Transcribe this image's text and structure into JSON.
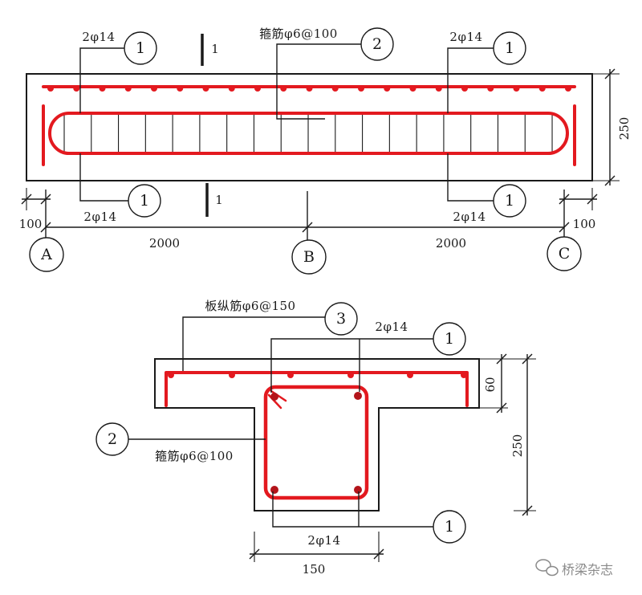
{
  "colors": {
    "rebar": "#e3191f",
    "rebar_dark": "#b3141a",
    "line": "#1a1a1a",
    "watermark": "#8a8a8a"
  },
  "elevation": {
    "callouts": {
      "top_left": "1",
      "stirrup": "2",
      "top_right": "1",
      "bottom_left": "1",
      "bottom_right": "1"
    },
    "bars": {
      "top_left": "2φ14",
      "top_right": "2φ14",
      "bottom_left": "2φ14",
      "bottom_right": "2φ14"
    },
    "stirrup_label": "箍筋φ6@100",
    "section_marks": {
      "top": "1",
      "bottom": "1"
    },
    "dimensions": {
      "height": "250",
      "left_overhang": "100",
      "right_overhang": "100",
      "span_ab": "2000",
      "span_bc": "2000"
    },
    "axes": {
      "a": "A",
      "b": "B",
      "c": "C"
    }
  },
  "section": {
    "callouts": {
      "slab_bar": "3",
      "top_bars": "1",
      "bottom_bars": "1",
      "stirrup": "2"
    },
    "slab_bar_label": "板纵筋φ6@150",
    "top_bars_label": "2φ14",
    "bottom_bars_label": "2φ14",
    "stirrup_label": "箍筋φ6@100",
    "dimensions": {
      "flange_thickness": "60",
      "height": "250",
      "web_width": "150"
    }
  },
  "watermark": {
    "text": "桥梁杂志",
    "icon": "wechat-icon"
  }
}
